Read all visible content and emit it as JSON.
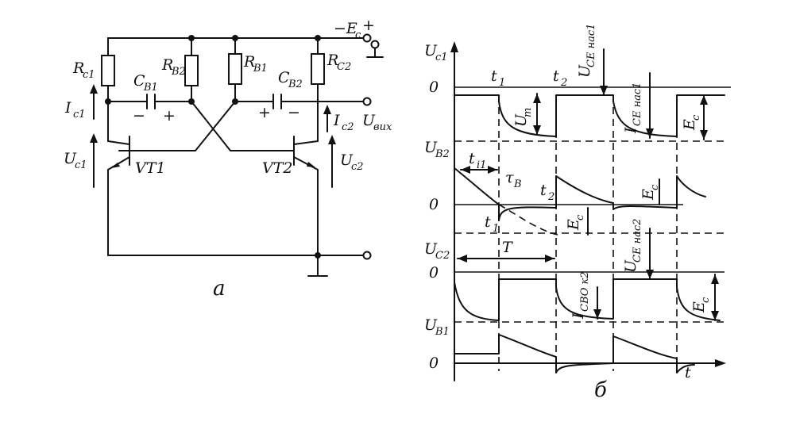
{
  "schematic": {
    "supply": "−E",
    "supply_sub": "c",
    "supply_plus": "+",
    "rc1": "R",
    "rc1_sub": "c1",
    "rb2": "R",
    "rb2_sub": "B2",
    "rb1": "R",
    "rb1_sub": "B1",
    "rc2": "R",
    "rc2_sub": "C2",
    "cb1": "C",
    "cb1_sub": "B1",
    "cb2": "C",
    "cb2_sub": "B2",
    "minus": "−",
    "plus": "+",
    "ic1": "I",
    "ic1_sub": "c1",
    "uc1": "U",
    "uc1_sub": "c1",
    "ic2": "I",
    "ic2_sub": "c2",
    "uc2": "U",
    "uc2_sub": "c2",
    "uout": "U",
    "uout_sub": "вих",
    "vt1": "VT1",
    "vt2": "VT2",
    "caption": "a"
  },
  "timing": {
    "uc1": "U",
    "uc1_sub": "c1",
    "ub2": "U",
    "ub2_sub": "B2",
    "uc2": "U",
    "uc2_sub": "C2",
    "ub1": "U",
    "ub1_sub": "B1",
    "zero": "0",
    "t1": "t",
    "t1_sub": "1",
    "t2": "t",
    "t2_sub": "2",
    "t1b": "t",
    "t1b_sub": "1",
    "t2b": "t",
    "t2b_sub": "2",
    "ti1": "t",
    "ti1_sub": "i1",
    "tau": "τ",
    "tau_sub": "B",
    "period": "T",
    "um": "U",
    "um_sub": "m",
    "ec": "E",
    "ec_sub": "c",
    "uce_sat1": "U",
    "uce_sat1_sub": "CE нас1",
    "ice_sat1": "I",
    "ice_sat1_sub": "CE нас1",
    "uce_sat2": "U",
    "uce_sat2_sub": "CE нас2",
    "i_cbo_k2": "I",
    "i_cbo_k2_sub": "CBO к2",
    "t_axis": "t",
    "caption": "б"
  }
}
